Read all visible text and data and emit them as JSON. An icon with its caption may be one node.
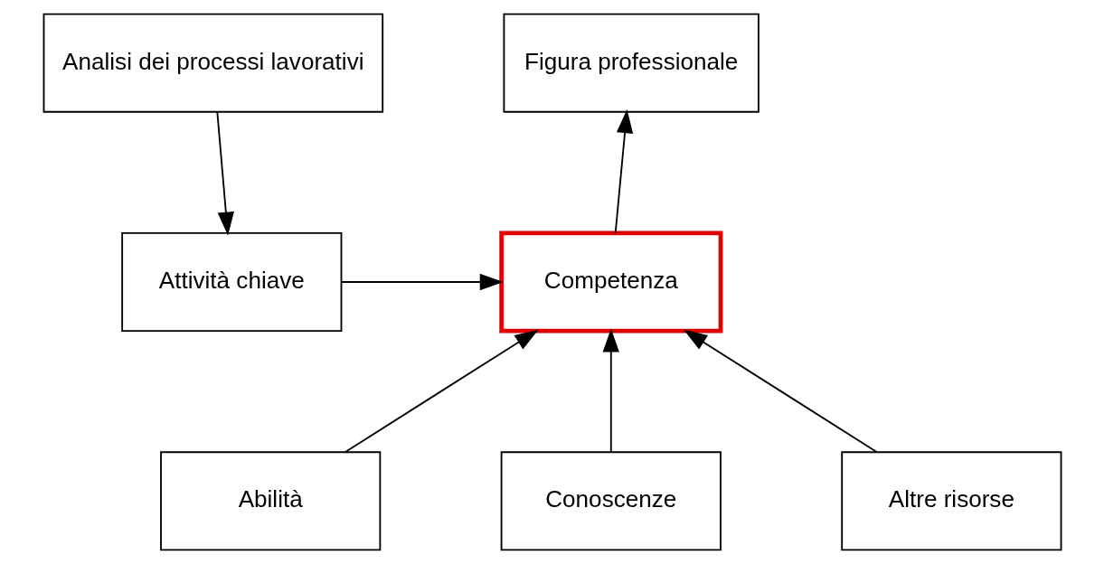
{
  "diagram": {
    "nodes": [
      {
        "text": [
          "Analisi dei processi lavorativi"
        ]
      },
      {
        "text": [
          "Figura professionale"
        ]
      },
      {
        "text": [
          "Attività chiave"
        ]
      },
      {
        "text": [
          "Competenza"
        ]
      },
      {
        "text": [
          "Abilità"
        ]
      },
      {
        "text": [
          "Conoscenze"
        ]
      },
      {
        "text": [
          "Altre risorse"
        ]
      }
    ],
    "edges": [
      {
        "from": 0,
        "to": 2,
        "arrow": "to"
      },
      {
        "from": 3,
        "to": 1,
        "arrow": "to"
      },
      {
        "from": 2,
        "to": 3,
        "arrow": "to"
      },
      {
        "from": 4,
        "to": 3,
        "arrow": "to"
      },
      {
        "from": 5,
        "to": 3,
        "arrow": "to"
      },
      {
        "from": 6,
        "to": 3,
        "arrow": "to"
      }
    ]
  }
}
